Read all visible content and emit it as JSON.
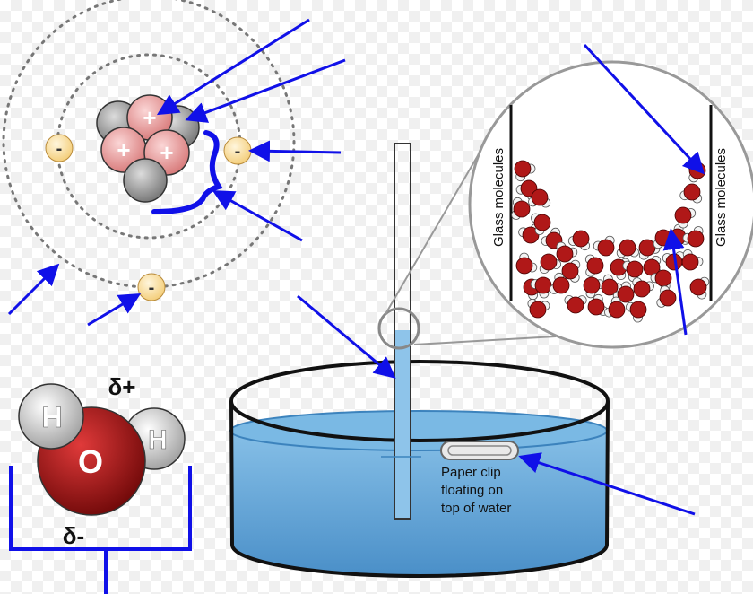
{
  "atom": {
    "proton_sign": "+",
    "electron_sign": "-"
  },
  "water_molecule": {
    "hydrogen_label": "H",
    "oxygen_label": "O",
    "delta_plus": "δ+",
    "delta_minus": "δ-"
  },
  "capillary": {
    "wall_left_label": "Glass molecules",
    "wall_right_label": "Glass molecules"
  },
  "dish": {
    "paper_clip_label_line1": "Paper clip",
    "paper_clip_label_line2": "floating on",
    "paper_clip_label_line3": "top of water"
  },
  "colors": {
    "arrow": "#1010e8",
    "proton": "#e8a0a0",
    "neutron": "#999999",
    "electron": "#fbe3a0",
    "oxygen": "#a51010",
    "water": "#6aaedc",
    "molecule_red": "#b01818"
  }
}
